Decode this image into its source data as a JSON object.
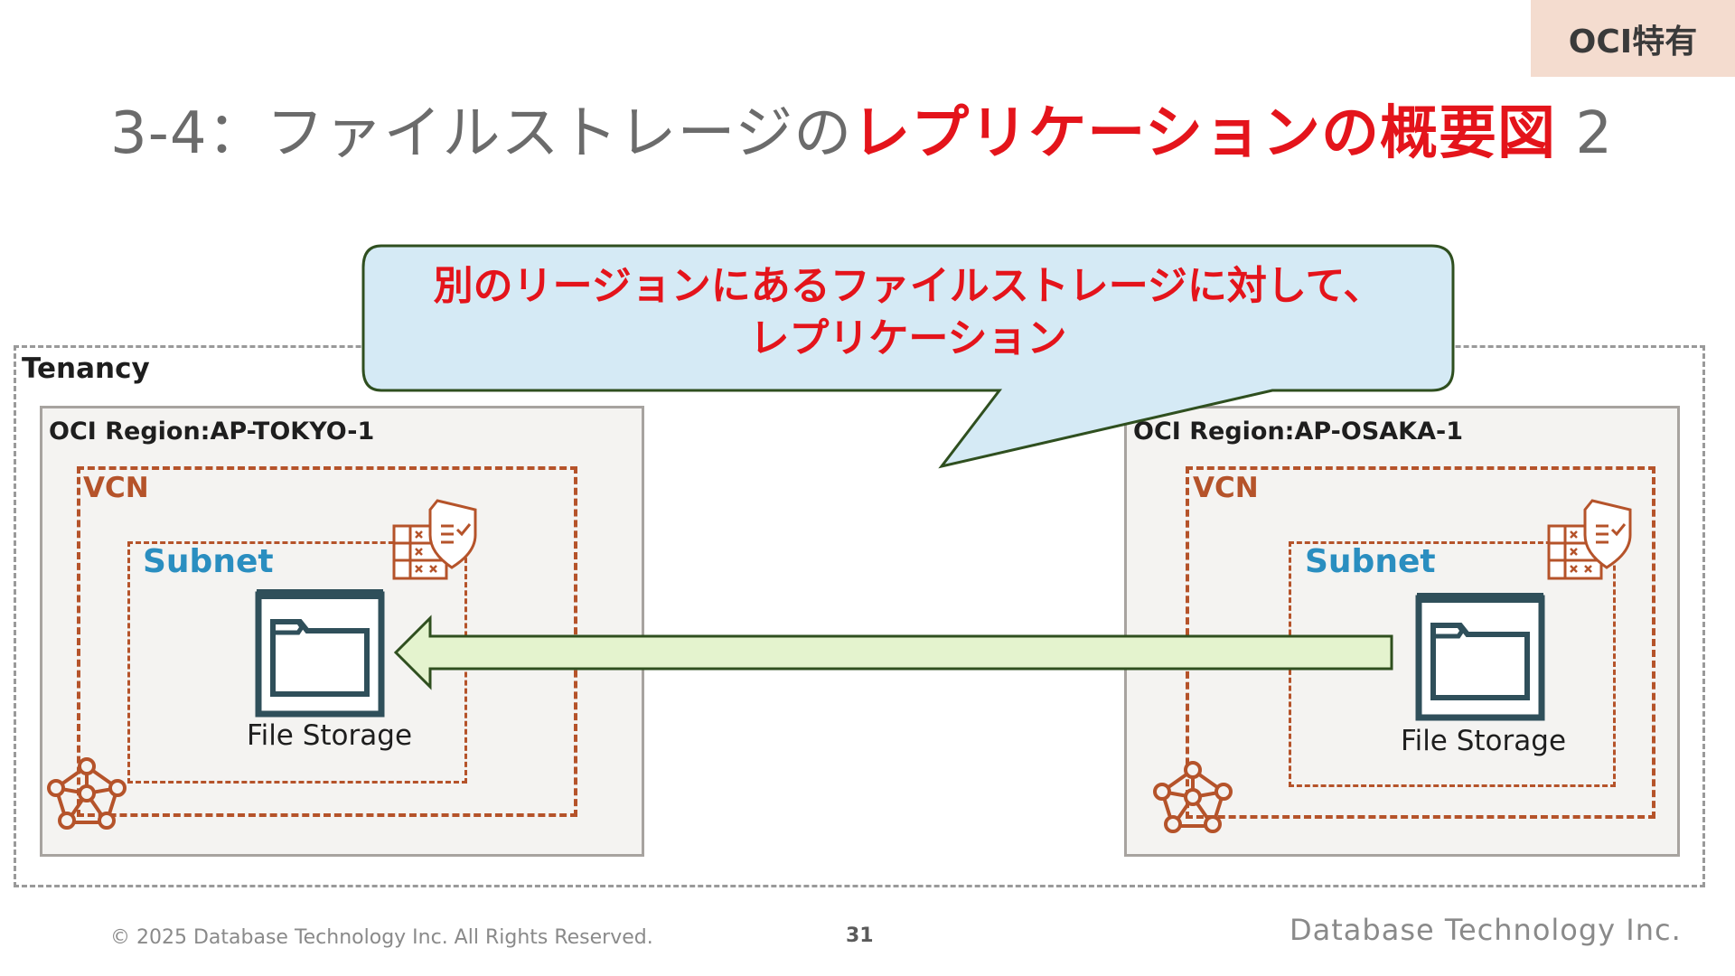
{
  "badge": "OCI特有",
  "title": {
    "prefix": "3-4：ファイルストレージの",
    "highlight": "レプリケーションの概要図",
    "suffix": " 2"
  },
  "callout": {
    "line1": "別のリージョンにあるファイルストレージに対して、",
    "line2": "レプリケーション"
  },
  "tenancy_label": "Tenancy",
  "regions": {
    "left": {
      "label": "OCI Region:AP-TOKYO-1",
      "vcn": "VCN",
      "subnet": "Subnet",
      "service": "File Storage"
    },
    "right": {
      "label": "OCI Region:AP-OSAKA-1",
      "vcn": "VCN",
      "subnet": "Subnet",
      "service": "File Storage"
    }
  },
  "icons": {
    "security_list": "security-list-icon",
    "file_storage": "file-storage-icon",
    "vcn": "vcn-network-icon"
  },
  "colors": {
    "title_highlight": "#e4141b",
    "vcn_border": "#b5532a",
    "subnet_label": "#2a8ec0",
    "callout_fill": "#d5eaf5",
    "callout_border": "#2f4f1f",
    "arrow_fill": "#e4f3ce",
    "icon_dark": "#2f4f5a"
  },
  "footer": {
    "copyright": "© 2025 Database Technology Inc. All Rights Reserved.",
    "page": "31",
    "company": "Database Technology Inc."
  }
}
